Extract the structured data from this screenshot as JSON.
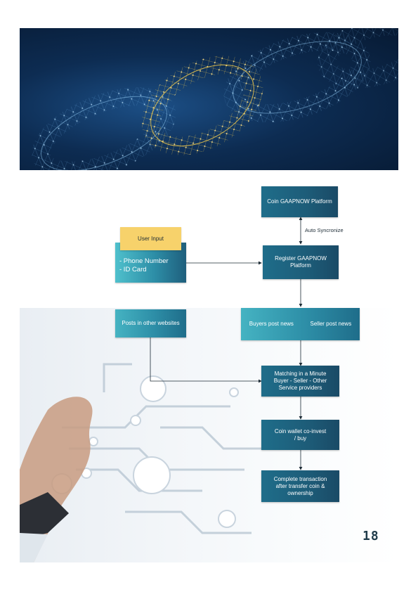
{
  "flow": {
    "coin_platform": "Coin GAAPNOW Platform",
    "sync_label": "Auto Syncronize",
    "register_platform": "Register GAAPNOW\nPlatform",
    "user_input_label": "User Input",
    "user_input_items": [
      "- Phone Number",
      "- ID Card"
    ],
    "posts_other_websites": "Posts in other websites",
    "buyers_post": "Buyers post news",
    "seller_post": "Seller post news",
    "matching": "Matching in a Minute\nBuyer - Seller - Other\nService providers",
    "coin_wallet": "Coin wallet co-invest\n/ buy",
    "complete_transaction": "Complete transaction\nafter transfer coin &\nownership"
  },
  "page_number": "18"
}
